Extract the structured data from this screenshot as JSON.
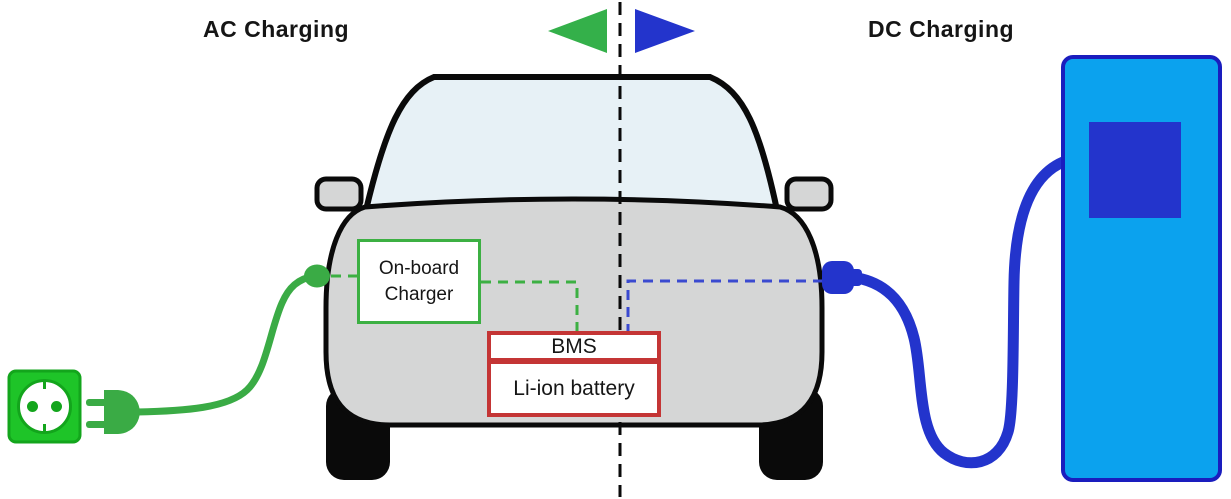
{
  "titles": {
    "ac": "AC Charging",
    "dc": "DC Charging"
  },
  "boxes": {
    "onboard": {
      "line1": "On-board",
      "line2": "Charger"
    },
    "bms": {
      "label": "BMS"
    },
    "battery": {
      "label": "Li-ion battery"
    }
  },
  "icons": {
    "left_arrow": "green-left-arrow-icon",
    "right_arrow": "blue-right-arrow-icon",
    "wall_socket": "eu-wall-socket-icon",
    "power_plug": "power-plug-icon",
    "car": "car-front-view",
    "charging_station": "dc-charging-station"
  },
  "colors": {
    "green_bright": "#1ec428",
    "green_dark": "#13a51c",
    "green_medium": "#3aab45",
    "green_accent": "#3cb043",
    "arrow_green": "#34b04a",
    "arrow_blue": "#2334cc",
    "blue_cable": "#2334cc",
    "dash_blue": "#3a4ad0",
    "dash_black": "#0a0a0a",
    "station_fill": "#0ba2ee",
    "station_border": "#1a1dbe",
    "screen_blue": "#2334cc",
    "box_red": "#c43535",
    "box_green": "#3cb043",
    "car_body_gray": "#d5d6d6",
    "windshield_blue": "#e7f1f6",
    "outline_black": "#0a0a0a"
  }
}
